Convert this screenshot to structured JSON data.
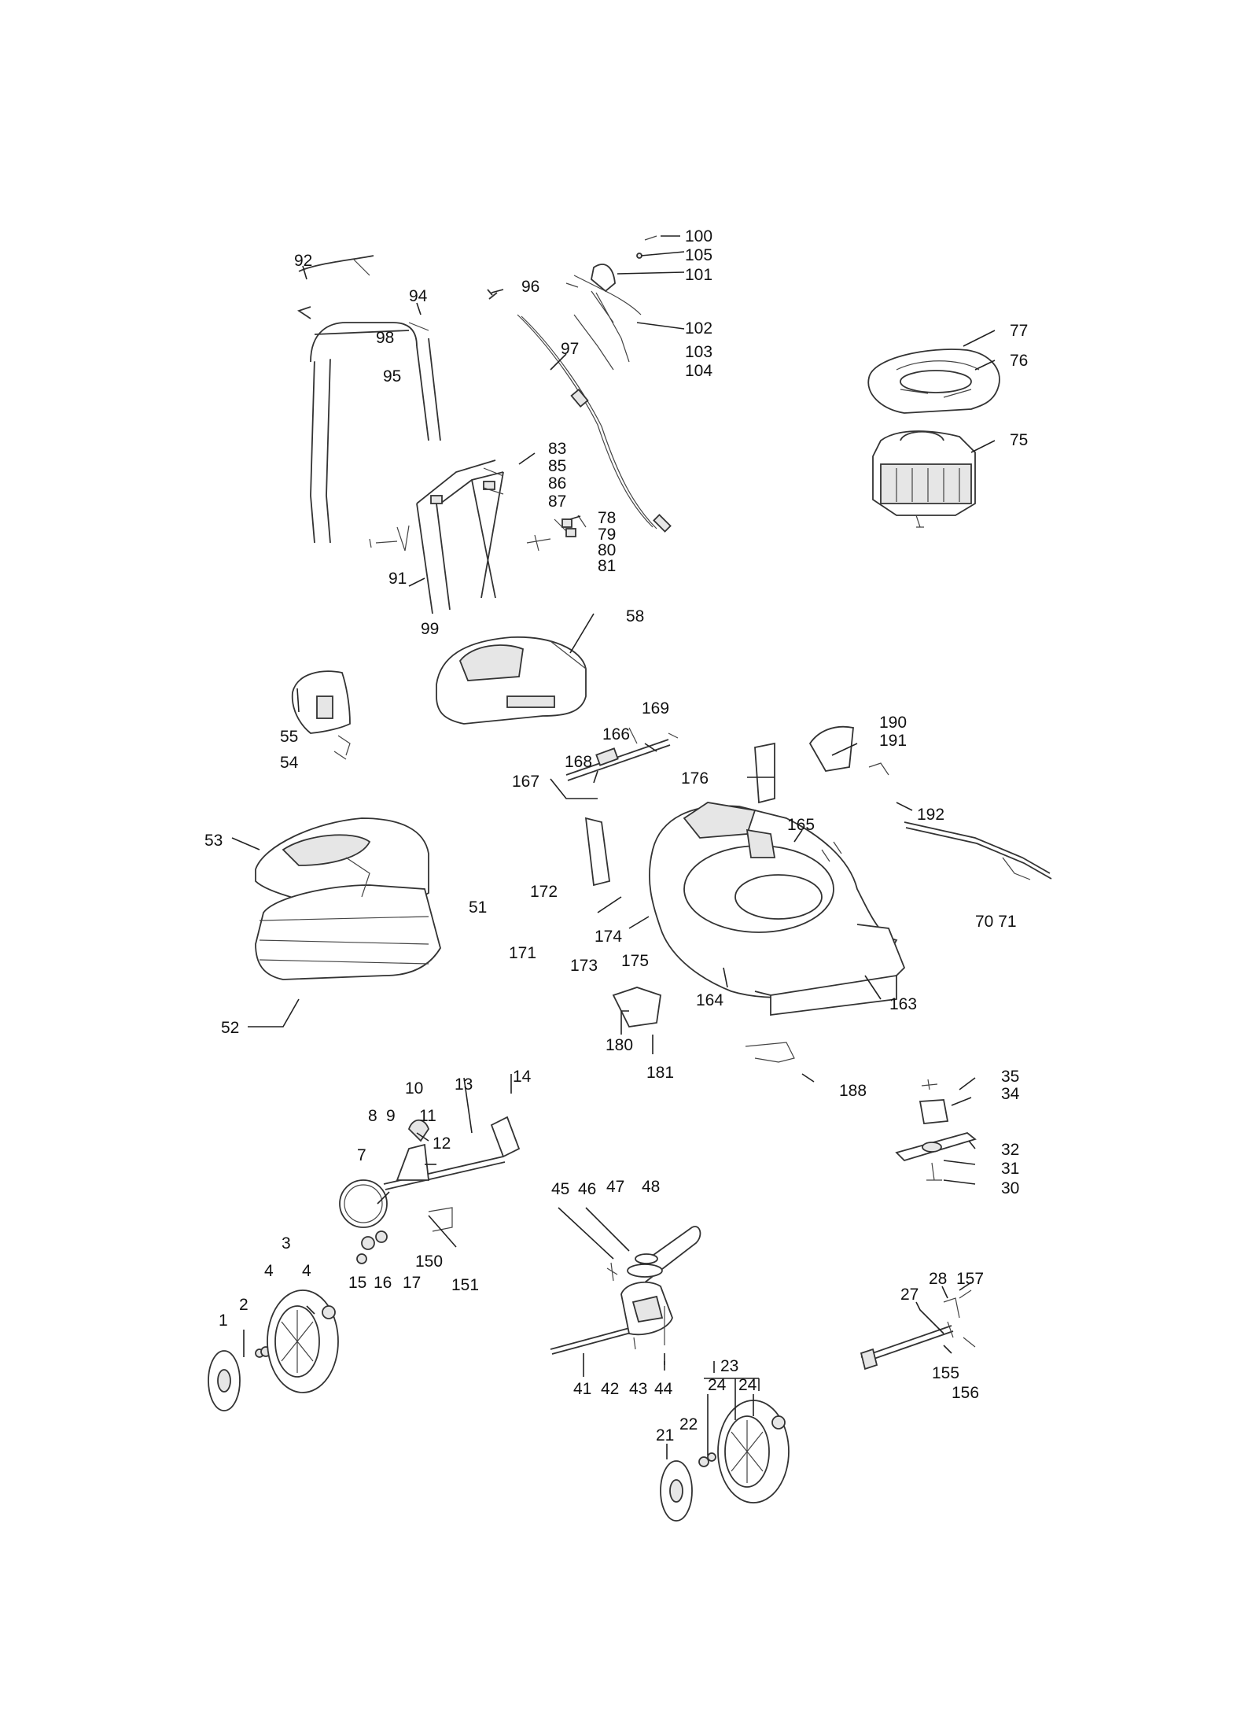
{
  "diagram": {
    "callouts": [
      "1",
      "2",
      "3",
      "4",
      "4",
      "7",
      "8",
      "9",
      "10",
      "11",
      "12",
      "13",
      "14",
      "15",
      "16",
      "17",
      "21",
      "22",
      "23",
      "24",
      "24",
      "27",
      "28",
      "30",
      "31",
      "32",
      "34",
      "35",
      "41",
      "42",
      "43",
      "44",
      "45",
      "46",
      "47",
      "48",
      "51",
      "52",
      "53",
      "54",
      "55",
      "58",
      "70 71",
      "75",
      "76",
      "77",
      "78",
      "79",
      "80",
      "81",
      "83",
      "85",
      "86",
      "87",
      "91",
      "92",
      "94",
      "95",
      "96",
      "97",
      "98",
      "99",
      "100",
      "101",
      "102",
      "103",
      "104",
      "105",
      "150",
      "151",
      "155",
      "156",
      "157",
      "163",
      "164",
      "165",
      "166",
      "167",
      "168",
      "169",
      "171",
      "172",
      "173",
      "174",
      "175",
      "176",
      "180",
      "181",
      "188",
      "190",
      "191",
      "192"
    ]
  }
}
